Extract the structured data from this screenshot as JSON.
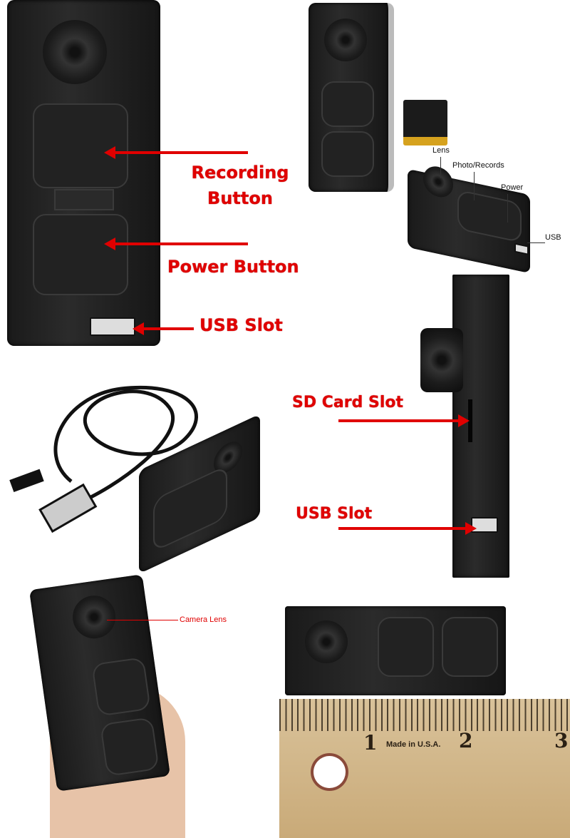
{
  "panel_main": {
    "recording_label_line1": "Recording",
    "recording_label_line2": "Button",
    "power_label": "Power Button",
    "usb_label": "USB Slot"
  },
  "panel_top_right": {
    "lens_label": "Lens",
    "photo_records_label": "Photo/Records",
    "power_label": "Power",
    "usb_label": "USB"
  },
  "panel_side": {
    "sd_card_label": "SD Card Slot",
    "usb_label": "USB Slot"
  },
  "panel_hand": {
    "camera_lens_label": "Camera Lens"
  },
  "ruler": {
    "tick_labels": [
      "1",
      "2",
      "3"
    ],
    "imprint": "Made in U.S.A."
  },
  "colors": {
    "label_red": "#e00000",
    "device_black": "#1a1a1a",
    "ruler_wood": "#d4b98c"
  }
}
